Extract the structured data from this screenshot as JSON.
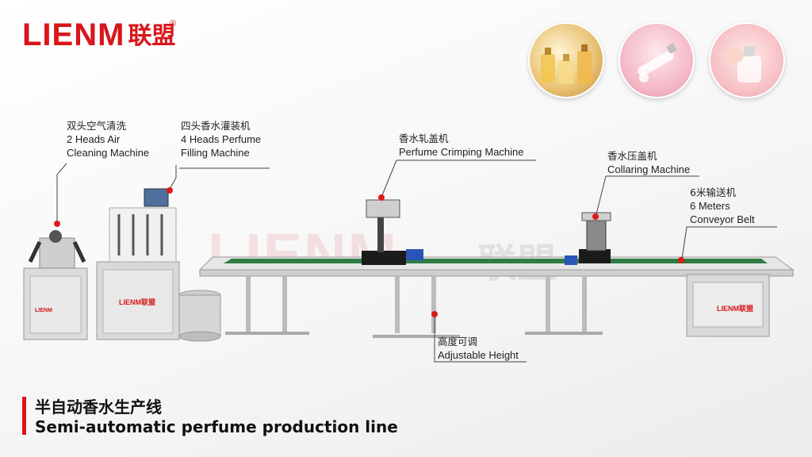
{
  "brand": {
    "logo_text": "LIENM",
    "logo_cn": "联盟",
    "registered": "®",
    "accent": "#d8161b",
    "watermark_text": "LIENM",
    "watermark_cn": "联盟"
  },
  "thumbnails": [
    {
      "name": "perfume-bottles-thumbnail"
    },
    {
      "name": "perfume-vial-thumbnail"
    },
    {
      "name": "perfume-spray-thumbnail"
    }
  ],
  "callouts": {
    "air_cleaning": {
      "cn": "双头空气清洗",
      "en1": "2 Heads Air",
      "en2": "Cleaning Machine"
    },
    "filling": {
      "cn": "四头香水灌装机",
      "en1": "4 Heads Perfume",
      "en2": "Filling Machine"
    },
    "crimping": {
      "cn": "香水轧盖机",
      "en1": "Perfume Crimping Machine"
    },
    "collaring": {
      "cn": "香水压盖机",
      "en1": "Collaring Machine"
    },
    "conveyor": {
      "cn": "6米输送机",
      "en1": "6 Meters",
      "en2": "Conveyor Belt"
    },
    "height": {
      "cn": "高度可调",
      "en1": "Adjustable Height"
    }
  },
  "machine_plates": {
    "cleaner_brand": "LIENM",
    "filler_brand": "LIENM联盟",
    "cabinet_brand": "LIENM联盟"
  },
  "footer": {
    "title_cn": "半自动香水生产线",
    "title_en": "Semi-automatic perfume production line"
  }
}
